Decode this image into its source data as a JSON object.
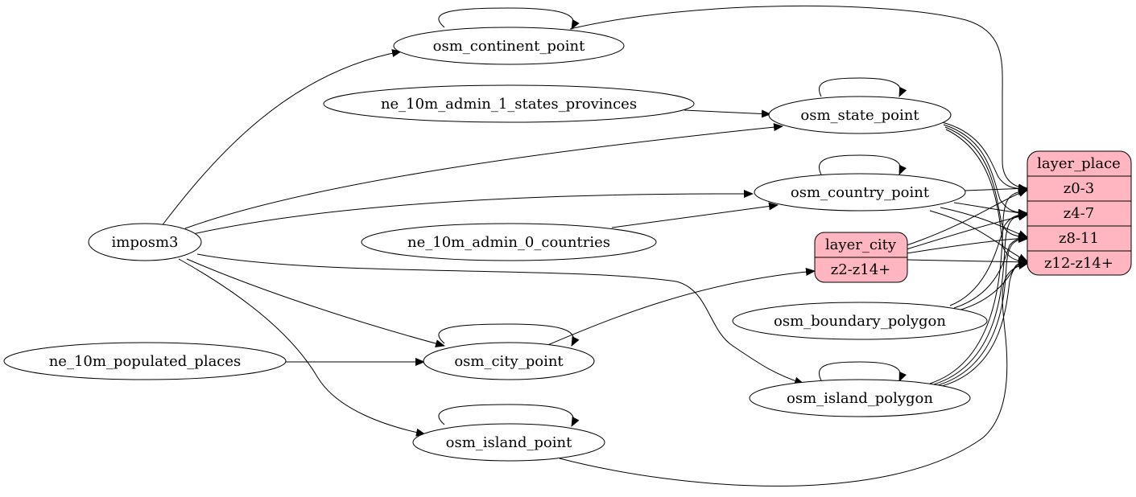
{
  "nodes": {
    "imposm3": "imposm3",
    "ne_10m_populated_places": "ne_10m_populated_places",
    "ne_10m_admin_1_states_provinces": "ne_10m_admin_1_states_provinces",
    "ne_10m_admin_0_countries": "ne_10m_admin_0_countries",
    "osm_continent_point": "osm_continent_point",
    "osm_city_point": "osm_city_point",
    "osm_island_point": "osm_island_point",
    "osm_state_point": "osm_state_point",
    "osm_country_point": "osm_country_point",
    "osm_boundary_polygon": "osm_boundary_polygon",
    "osm_island_polygon": "osm_island_polygon"
  },
  "layer_city": {
    "title": "layer_city",
    "rows": [
      "z2-z14+"
    ]
  },
  "layer_place": {
    "title": "layer_place",
    "rows": [
      "z0-3",
      "z4-7",
      "z8-11",
      "z12-z14+"
    ]
  },
  "colors": {
    "layer_fill": "#ffb6c1",
    "stroke": "#000000"
  }
}
